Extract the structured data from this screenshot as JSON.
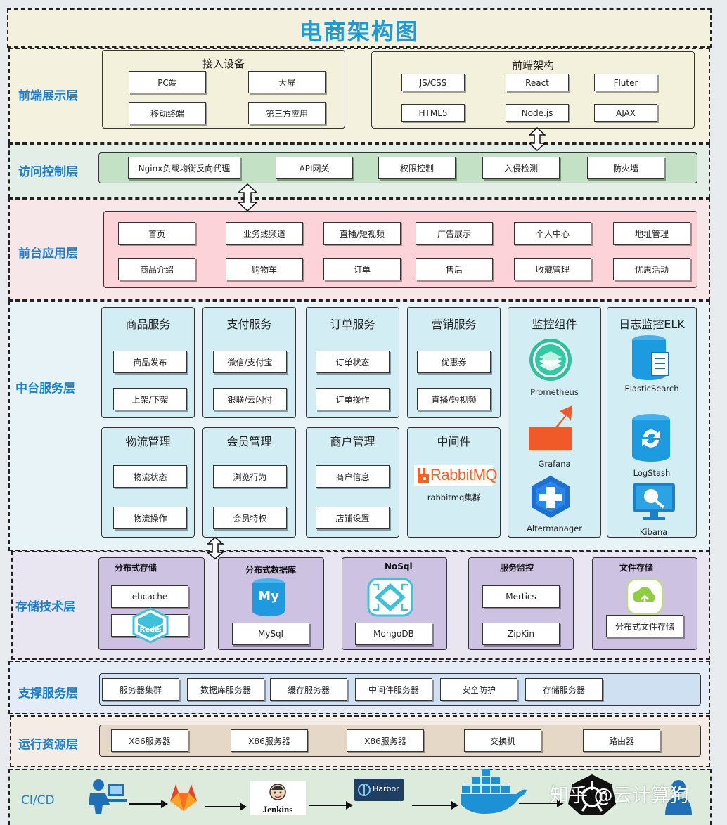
{
  "title": "电商架构图",
  "watermark": "知乎 @云计算狗",
  "colors": {
    "title": "#1c9bd6",
    "label": "#1c7fd0",
    "frontend_bg": "#f4f2df",
    "access_bg": "#e3efe6",
    "app_bg": "#f8e7e9",
    "mid_bg": "#e7f3f7",
    "storage_bg": "#e9e6f1",
    "support_bg": "#e4edf7",
    "runtime_bg": "#f4ece5",
    "cicd_bg": "#dcebdc"
  },
  "layers": {
    "frontend": {
      "label": "前端展示层",
      "devices": {
        "title": "接入设备",
        "items": [
          "PC端",
          "大屏",
          "移动终端",
          "第三方应用"
        ]
      },
      "arch": {
        "title": "前端架构",
        "items": [
          "JS/CSS",
          "React",
          "Fluter",
          "HTML5",
          "Node.js",
          "AJAX"
        ]
      }
    },
    "access": {
      "label": "访问控制层",
      "items": [
        "Nginx负载均衡反向代理",
        "API网关",
        "权限控制",
        "入侵检测",
        "防火墙"
      ]
    },
    "app": {
      "label": "前台应用层",
      "row1": [
        "首页",
        "业务线频道",
        "直播/短视频",
        "广告展示",
        "个人中心",
        "地址管理"
      ],
      "row2": [
        "商品介绍",
        "购物车",
        "订单",
        "售后",
        "收藏管理",
        "优惠活动"
      ]
    },
    "middle": {
      "label": "中台服务层",
      "services": [
        {
          "title": "商品服务",
          "items": [
            "商品发布",
            "上架/下架"
          ]
        },
        {
          "title": "支付服务",
          "items": [
            "微信/支付宝",
            "银联/云闪付"
          ]
        },
        {
          "title": "订单服务",
          "items": [
            "订单状态",
            "订单操作"
          ]
        },
        {
          "title": "营销服务",
          "items": [
            "优惠券",
            "直播/短视频"
          ]
        },
        {
          "title": "物流管理",
          "items": [
            "物流状态",
            "物流操作"
          ]
        },
        {
          "title": "会员管理",
          "items": [
            "浏览行为",
            "会员特权"
          ]
        },
        {
          "title": "商户管理",
          "items": [
            "商户信息",
            "店铺设置"
          ]
        }
      ],
      "middleware": {
        "title": "中间件",
        "logo": "RabbitMQ",
        "caption": "rabbitmq集群"
      },
      "monitor": {
        "title": "监控组件",
        "items": [
          "Prometheus",
          "Grafana",
          "Altermanager"
        ]
      },
      "elk": {
        "title": "日志监控ELK",
        "items": [
          "ElasticSearch",
          "LogStash",
          "Kibana"
        ]
      }
    },
    "storage": {
      "label": "存储技术层",
      "groups": [
        {
          "title": "分布式存储",
          "items": [
            "ehcache"
          ],
          "logo": "Redis"
        },
        {
          "title": "分布式数据库",
          "items": [
            "MySql"
          ],
          "logo": "My"
        },
        {
          "title": "NoSql",
          "items": [
            "MongoDB"
          ]
        },
        {
          "title": "服务监控",
          "items": [
            "Mertics",
            "ZipKin"
          ]
        },
        {
          "title": "文件存储",
          "items": [
            "分布式文件存储"
          ]
        }
      ]
    },
    "support": {
      "label": "支撑服务层",
      "items": [
        "服务器集群",
        "数据库服务器",
        "缓存服务器",
        "中间件服务器",
        "安全防护",
        "存储服务器"
      ]
    },
    "runtime": {
      "label": "运行资源层",
      "items": [
        "X86服务器",
        "X86服务器",
        "X86服务器",
        "交换机",
        "路由器"
      ]
    },
    "cicd": {
      "label": "CI/CD",
      "jenkins": "Jenkins",
      "harbor": "Harbor"
    }
  }
}
